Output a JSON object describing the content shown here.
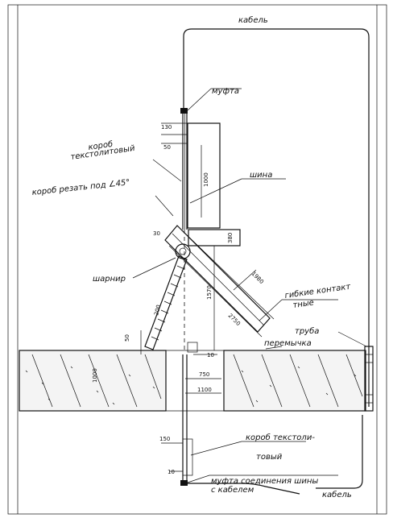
{
  "labels": {
    "cable_top": "кабель",
    "coupling_top": "муфта",
    "duct_textolite_1": "короб",
    "duct_textolite_2": "текстолитовый",
    "busbar": "шина",
    "duct_cut": "короб резать под ∠45°",
    "hinge": "шарнир",
    "flex_contacts_1": "гибкие контакт",
    "flex_contacts_2": "тные",
    "pipe": "труба",
    "partition": "перемычка",
    "duct_bottom_1": "короб текстоли-",
    "duct_bottom_2": "товый",
    "coupling_bottom_1": "муфта соединения шины",
    "coupling_bottom_2": "с кабелем",
    "cable_bottom": "кабель"
  },
  "dimensions": {
    "d130_top": "130",
    "d50_top": "50",
    "d1000_v": "1000",
    "d30": "30",
    "d380": "380",
    "d1980": "1980",
    "d1570": "1570",
    "d2750": "2750",
    "d200": "200",
    "d50_mid": "50",
    "d10_mid": "10",
    "d1000_slab": "1000",
    "d750": "750",
    "d1100": "1100",
    "d150": "150",
    "d10_bot": "10"
  }
}
